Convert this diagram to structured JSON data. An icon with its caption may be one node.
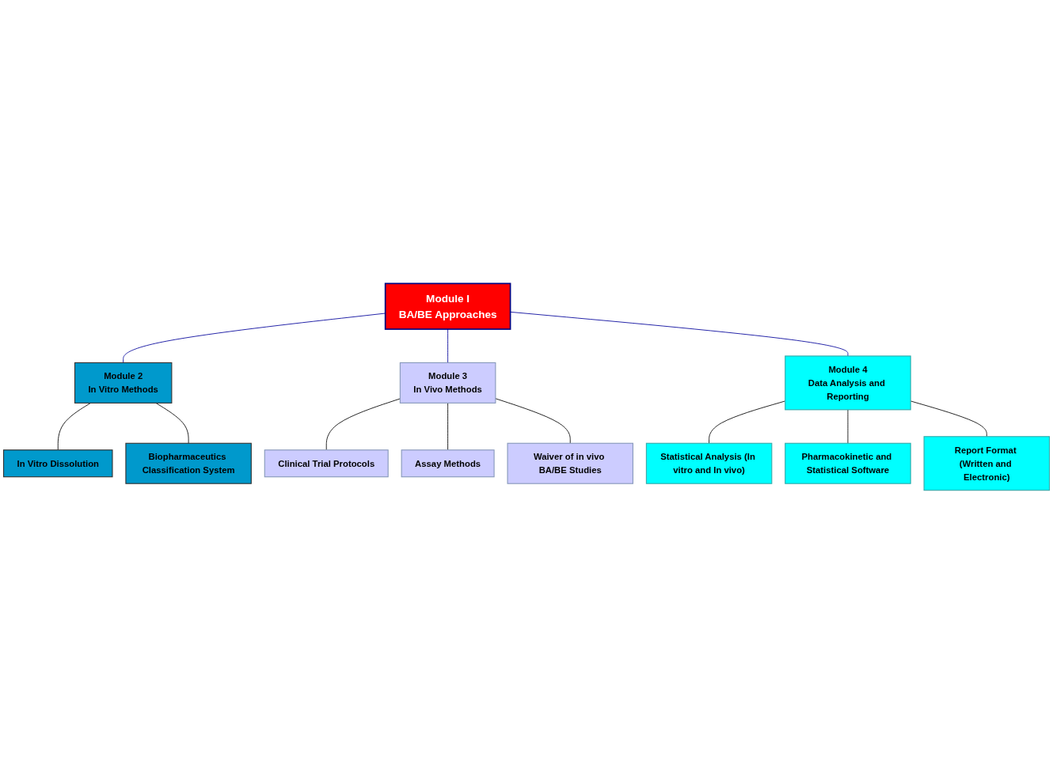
{
  "diagram": {
    "nodes": [
      {
        "text": [
          "Module I",
          "BA/BE Approaches"
        ]
      },
      {
        "text": [
          "Module 2",
          "In Vitro Methods"
        ]
      },
      {
        "text": [
          "Module 3",
          "In Vivo Methods"
        ]
      },
      {
        "text": [
          "Module 4",
          "Data Analysis and Reporting"
        ]
      },
      {
        "text": [
          "In Vitro Dissolution"
        ]
      },
      {
        "text": [
          "Biopharmaceutics Classification System"
        ]
      },
      {
        "text": [
          "Clinical Trial Protocols"
        ]
      },
      {
        "text": [
          "Assay Methods"
        ]
      },
      {
        "text": [
          "Waiver of in vivo BA/BE Studies"
        ]
      },
      {
        "text": [
          "Statistical Analysis (In vitro and In vivo)"
        ]
      },
      {
        "text": [
          "Pharmacokinetic and Statistical Software"
        ]
      },
      {
        "text": [
          "Report Format (Written and Electronic)"
        ]
      }
    ],
    "edges": [
      {
        "from": 0,
        "to": 1,
        "arrow": "none",
        "color": "#000099"
      },
      {
        "from": 0,
        "to": 2,
        "arrow": "none",
        "color": "#000099"
      },
      {
        "from": 0,
        "to": 3,
        "arrow": "none",
        "color": "#000099"
      },
      {
        "from": 1,
        "to": 4,
        "arrow": "none"
      },
      {
        "from": 1,
        "to": 5,
        "arrow": "none"
      },
      {
        "from": 2,
        "to": 6,
        "arrow": "none"
      },
      {
        "from": 2,
        "to": 7,
        "arrow": "none"
      },
      {
        "from": 2,
        "to": 8,
        "arrow": "none"
      },
      {
        "from": 3,
        "to": 9,
        "arrow": "none"
      },
      {
        "from": 3,
        "to": 10,
        "arrow": "none"
      },
      {
        "from": 3,
        "to": 11,
        "arrow": "none"
      }
    ]
  }
}
